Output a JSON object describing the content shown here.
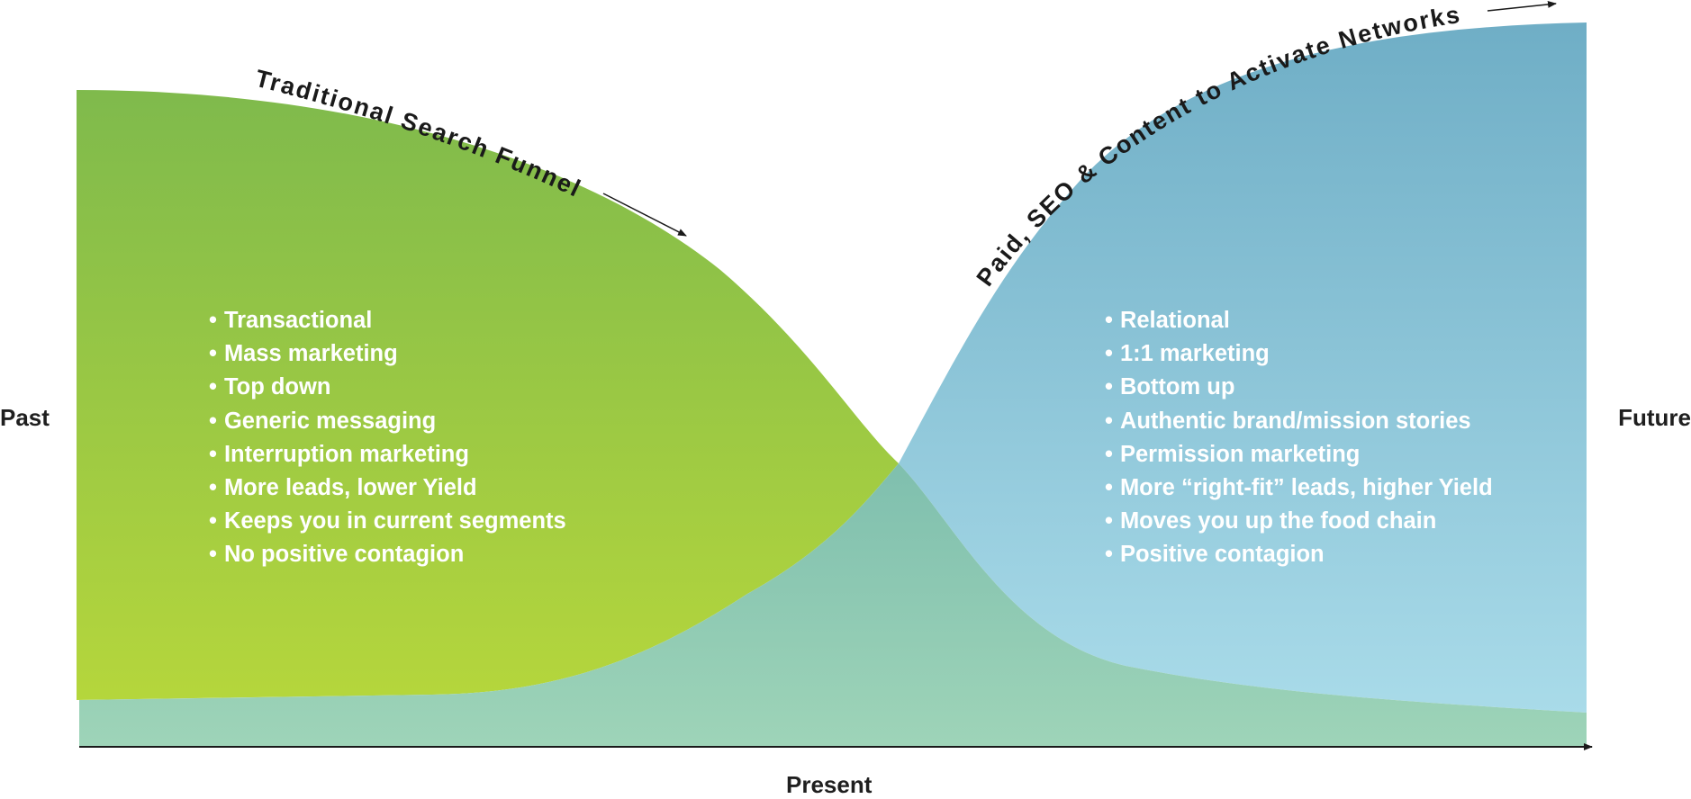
{
  "axis_labels": {
    "left": "Past",
    "right": "Future",
    "bottom": "Present"
  },
  "curves": {
    "traditional": {
      "label": "Traditional  Search  Funnel",
      "color_top": "#7fba4c",
      "color_bottom": "#b5d63c"
    },
    "modern": {
      "label": "Paid, SEO & Content to Activate Networks",
      "color_top": "#6faec6",
      "color_bottom": "#a9dbe9"
    },
    "overlap_color": "#8fcab0"
  },
  "left_list": [
    "Transactional",
    "Mass marketing",
    "Top down",
    "Generic messaging",
    "Interruption marketing",
    "More leads, lower Yield",
    "Keeps you in current segments",
    "No positive contagion"
  ],
  "right_list": [
    "Relational",
    "1:1 marketing",
    "Bottom up",
    "Authentic brand/mission stories",
    "Permission marketing",
    "More “right-fit” leads, higher Yield",
    "Moves you up the food chain",
    "Positive contagion"
  ]
}
